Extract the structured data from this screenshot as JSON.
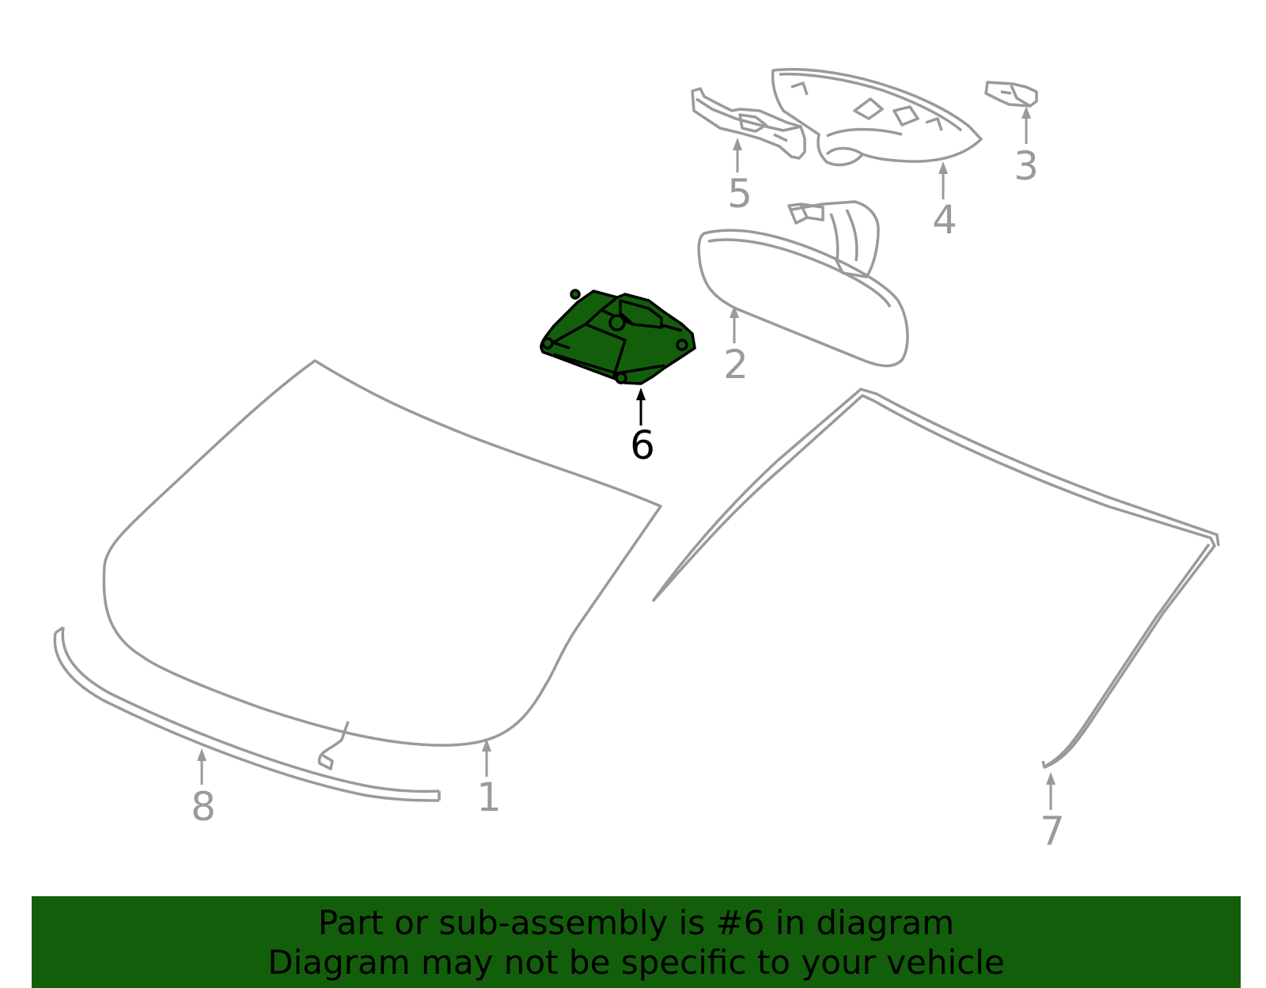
{
  "colors": {
    "part_outline": "#9a9a9a",
    "highlight_fill": "#135e0b",
    "highlight_outline": "#000000",
    "banner_background": "#135e0b",
    "banner_text": "#000000"
  },
  "callouts": [
    {
      "id": "1",
      "label": "1",
      "highlighted": false
    },
    {
      "id": "2",
      "label": "2",
      "highlighted": false
    },
    {
      "id": "3",
      "label": "3",
      "highlighted": false
    },
    {
      "id": "4",
      "label": "4",
      "highlighted": false
    },
    {
      "id": "5",
      "label": "5",
      "highlighted": false
    },
    {
      "id": "6",
      "label": "6",
      "highlighted": true
    },
    {
      "id": "7",
      "label": "7",
      "highlighted": false
    },
    {
      "id": "8",
      "label": "8",
      "highlighted": false
    }
  ],
  "banner": {
    "line1": "Part or sub-assembly is #6 in diagram",
    "line2": "Diagram may not be specific to your vehicle"
  }
}
